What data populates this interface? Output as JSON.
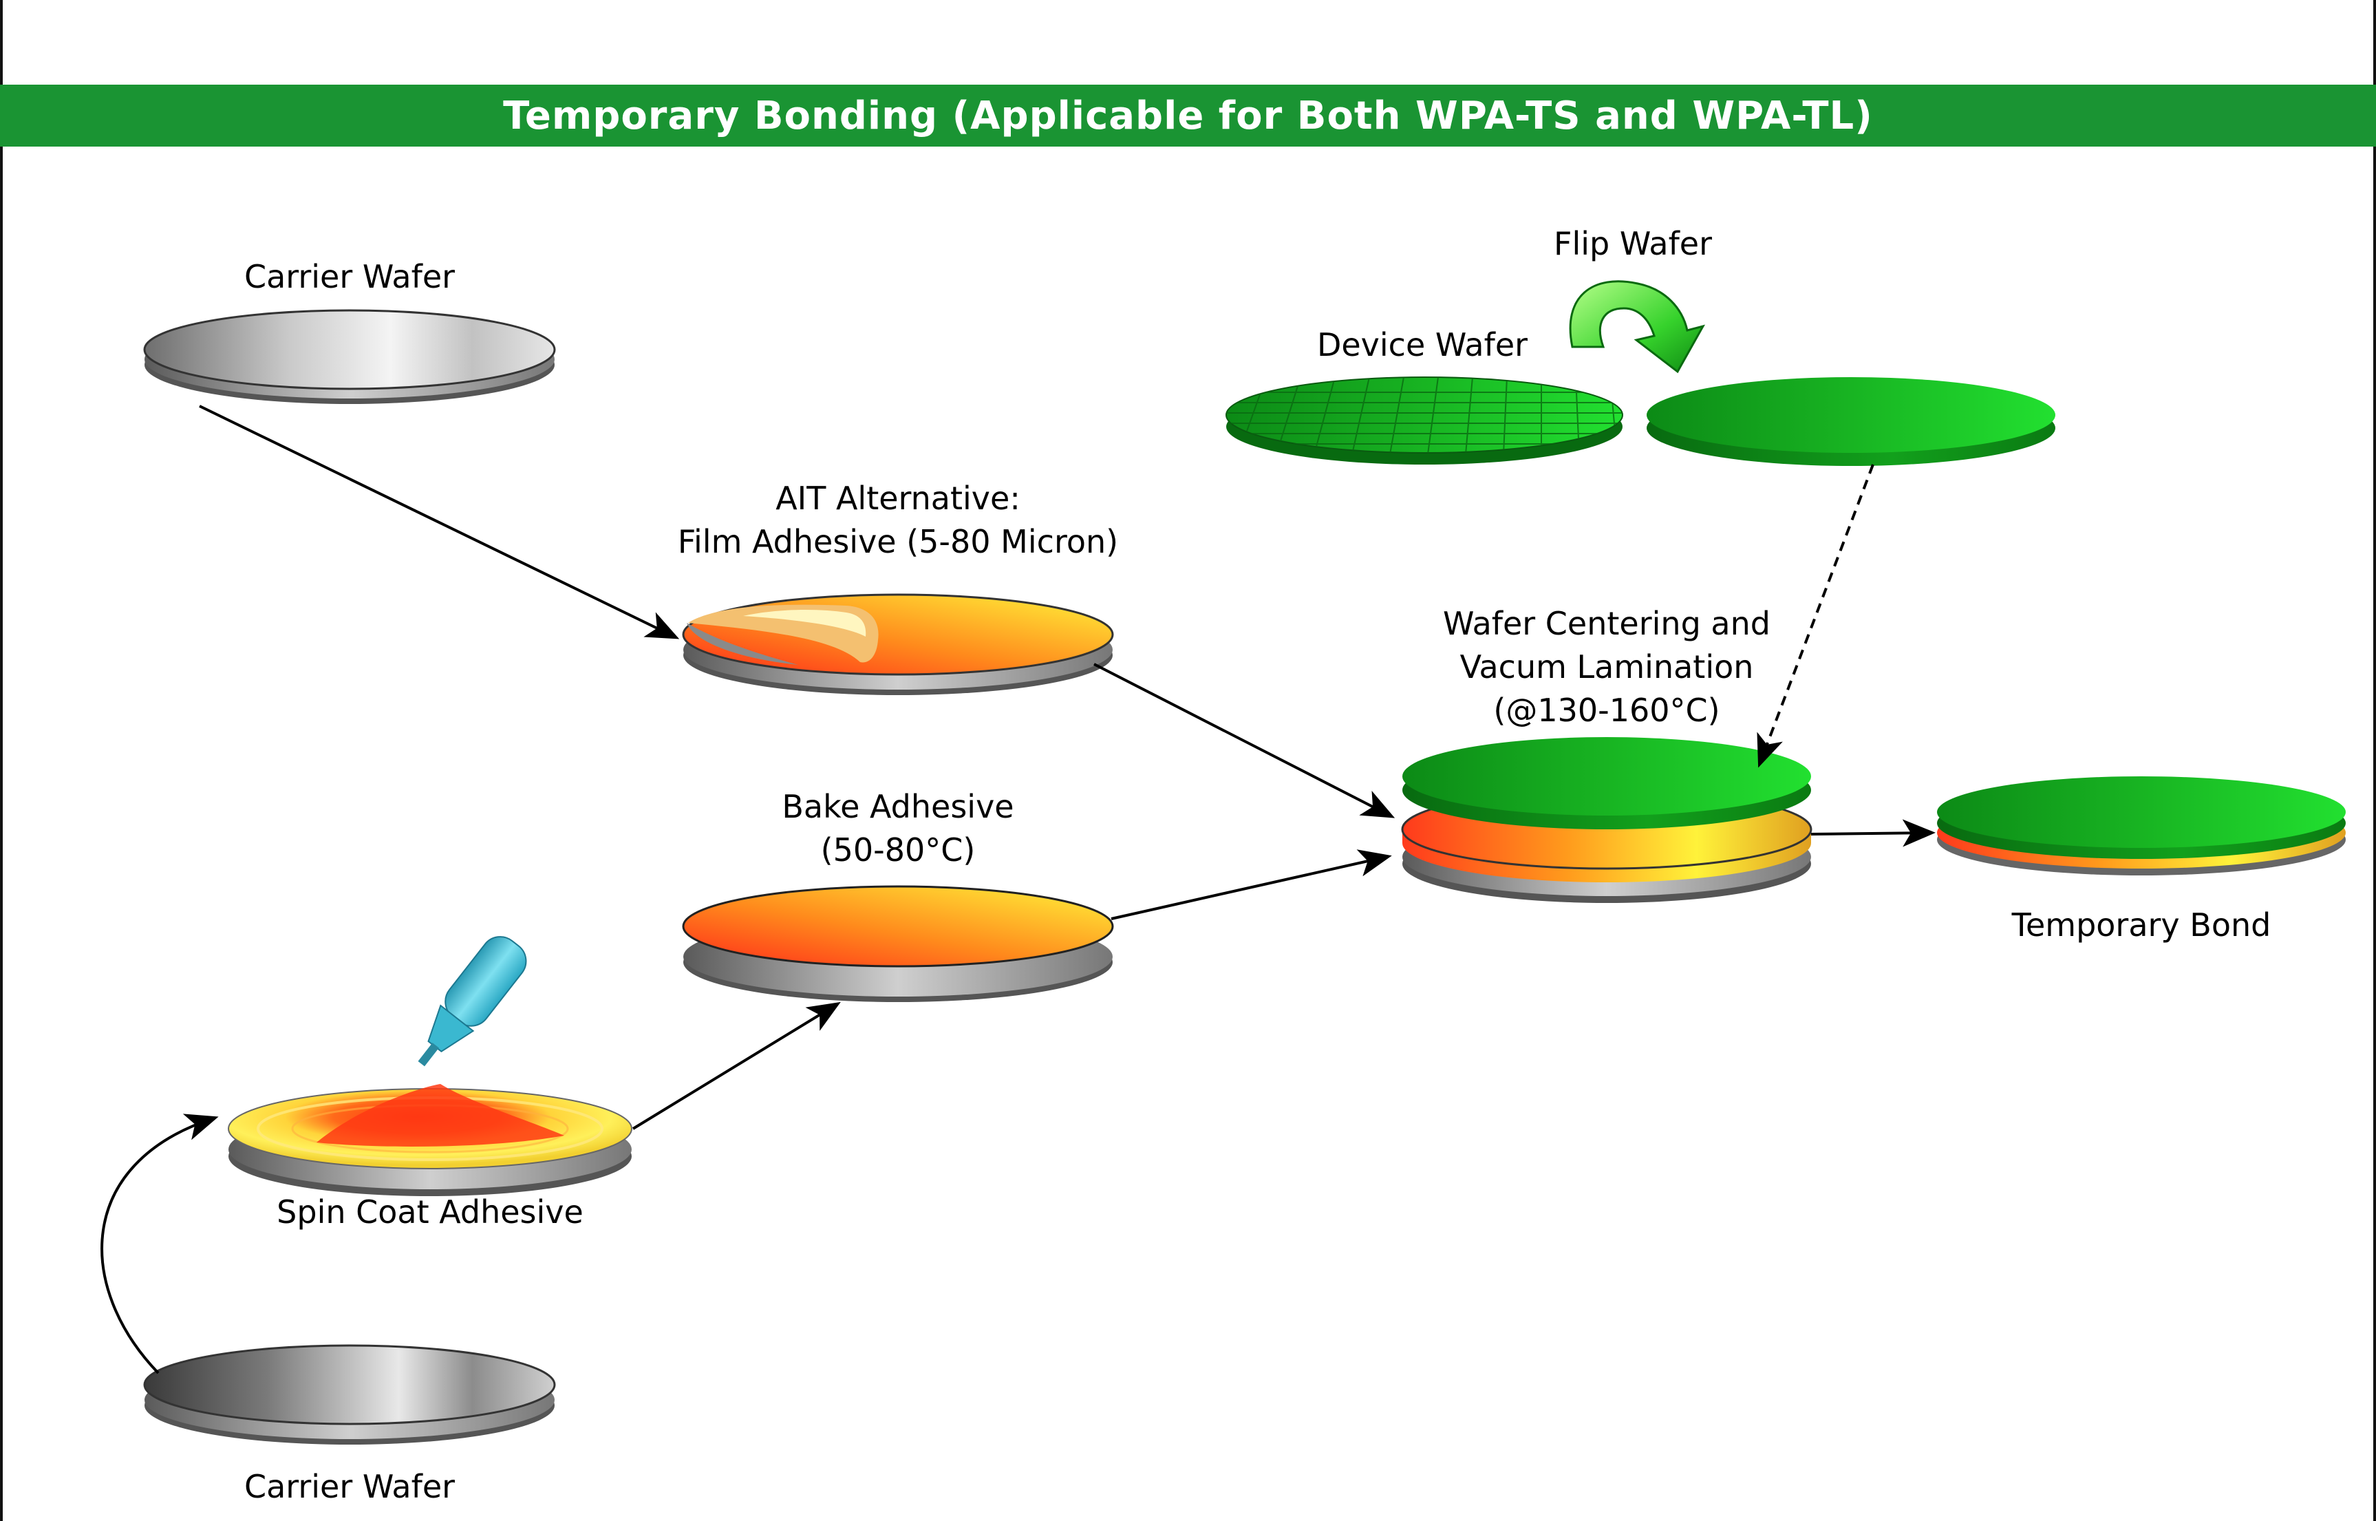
{
  "title": "Temporary Bonding (Applicable for Both WPA-TS and WPA-TL)",
  "labels": {
    "carrier_top": "Carrier Wafer",
    "carrier_bottom": "Carrier Wafer",
    "flip": "Flip Wafer",
    "device": "Device Wafer",
    "film_line1": "AIT Alternative:",
    "film_line2": "Film Adhesive (5-80 Micron)",
    "bake_line1": "Bake Adhesive",
    "bake_line2": "(50-80°C)",
    "spin": "Spin Coat Adhesive",
    "lam_line1": "Wafer Centering and",
    "lam_line2": "Vacum Lamination",
    "lam_line3": "(@130-160°C)",
    "bond": "Temporary Bond"
  },
  "colors": {
    "banner": "#1a9433",
    "device_green": "#12b21f",
    "adhesive_red": "#ff3a1c",
    "adhesive_yellow": "#fff23a",
    "steel": "#9a9a9a",
    "bottle": "#3ab8d0"
  }
}
